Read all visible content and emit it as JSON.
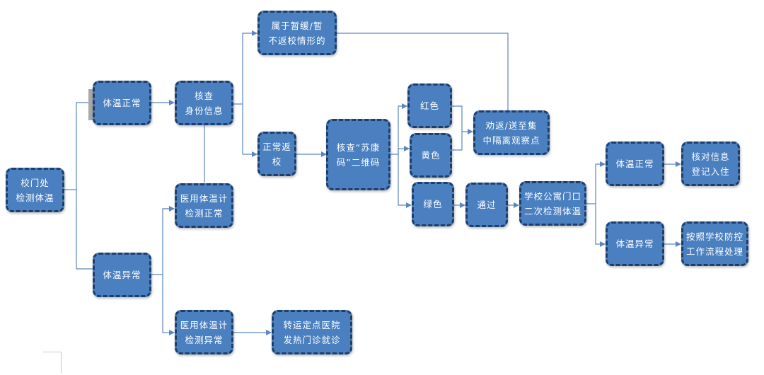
{
  "diagram": {
    "nodes": {
      "school_gate": "校门处\n检测体温",
      "temp_normal": "体温正常",
      "temp_abnormal": "体温异常",
      "check_identity": "核查\n身份信息",
      "deferred_return": "属于暂缓/暂\n不返校情形的",
      "normal_return": "正常返校",
      "check_sukang_code": "核查“苏康\n码”二维码",
      "red": "红色",
      "yellow": "黄色",
      "green": "绿色",
      "isolation_point": "劝返/送至集\n中隔离观察点",
      "pass": "通过",
      "dorm_second_check": "学校公寓门口\n二次检测体温",
      "second_temp_normal": "体温正常",
      "second_temp_abnormal": "体温异常",
      "verify_register": "核对信息\n登记入住",
      "follow_procedure": "按照学校防控\n工作流程处理",
      "med_thermo_normal": "医用体温计\n检测正常",
      "med_thermo_abnormal": "医用体温计\n检测异常",
      "transfer_hospital": "转运定点医院\n发热门诊就诊"
    },
    "colors": {
      "node_fill": "#4a7fc0",
      "node_border": "#1f3d66",
      "connector": "#5b86c0"
    }
  }
}
